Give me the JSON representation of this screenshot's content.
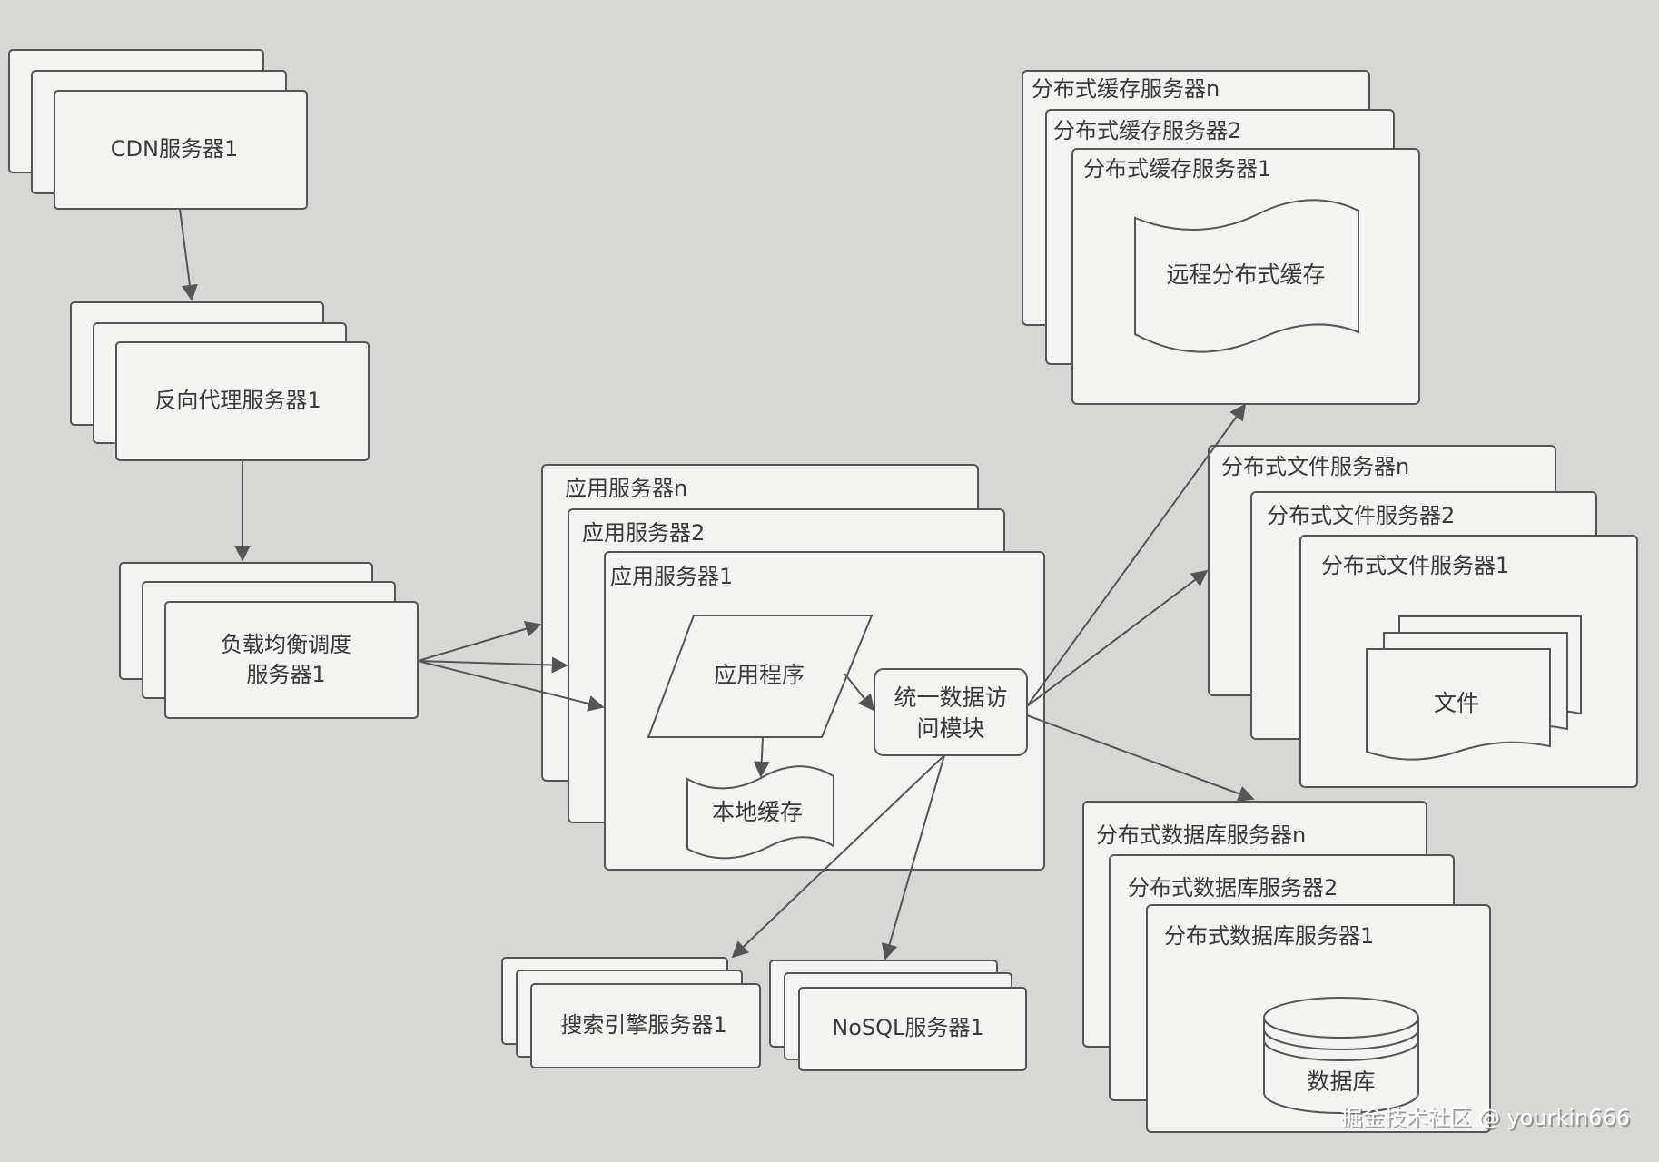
{
  "diagram": {
    "cdn": {
      "label": "CDN服务器1"
    },
    "reverse_proxy": {
      "label": "反向代理服务器1"
    },
    "load_balancer": {
      "line1": "负载均衡调度",
      "line2": "服务器1"
    },
    "app_servers": {
      "n_label": "应用服务器n",
      "two_label": "应用服务器2",
      "one_label": "应用服务器1",
      "app_program": "应用程序",
      "local_cache": "本地缓存",
      "data_access_line1": "统一数据访",
      "data_access_line2": "问模块"
    },
    "cache_servers": {
      "n_label": "分布式缓存服务器n",
      "two_label": "分布式缓存服务器2",
      "one_label": "分布式缓存服务器1",
      "inner": "远程分布式缓存"
    },
    "file_servers": {
      "n_label": "分布式文件服务器n",
      "two_label": "分布式文件服务器2",
      "one_label": "分布式文件服务器1",
      "inner": "文件"
    },
    "db_servers": {
      "n_label": "分布式数据库服务器n",
      "two_label": "分布式数据库服务器2",
      "one_label": "分布式数据库服务器1",
      "inner": "数据库"
    },
    "search": {
      "label": "搜索引擎服务器1"
    },
    "nosql": {
      "label": "NoSQL服务器1"
    }
  },
  "watermark": "掘金技术社区 @ yourkin666"
}
